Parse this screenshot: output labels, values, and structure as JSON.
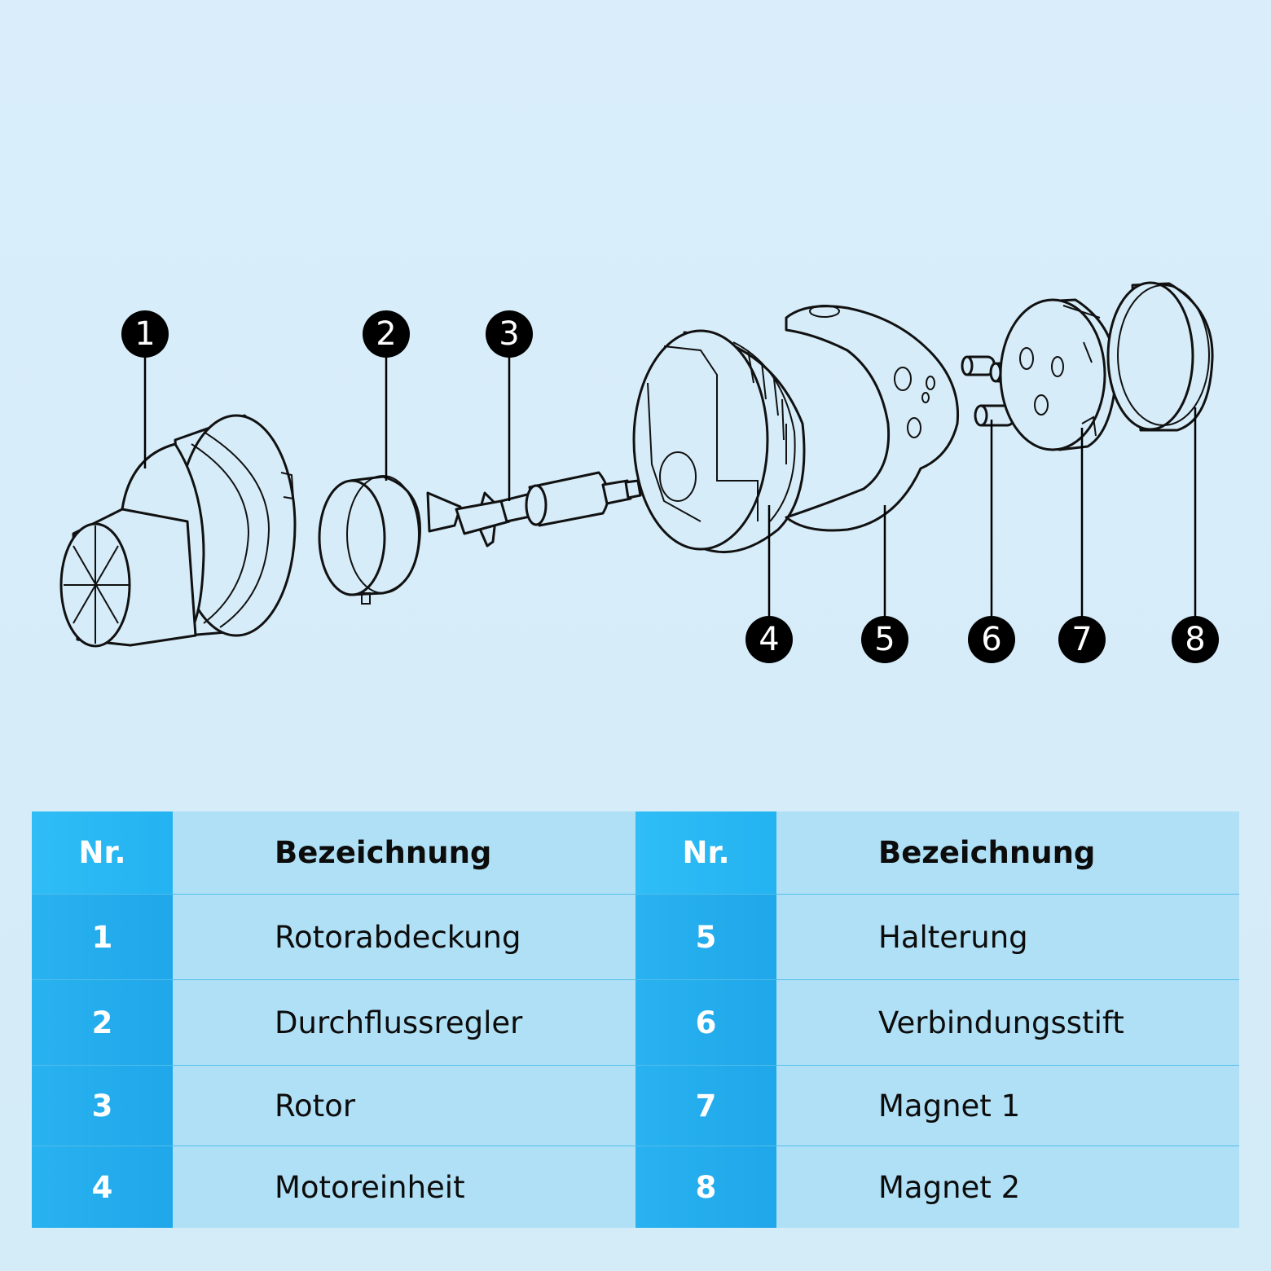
{
  "callouts": [
    "1",
    "2",
    "3",
    "4",
    "5",
    "6",
    "7",
    "8"
  ],
  "table": {
    "headers": {
      "nr_left": "Nr.",
      "name_left": "Bezeichnung",
      "nr_right": "Nr.",
      "name_right": "Bezeichnung"
    },
    "rows": [
      {
        "nr_left": "1",
        "name_left": "Rotorabdeckung",
        "nr_right": "5",
        "name_right": "Halterung"
      },
      {
        "nr_left": "2",
        "name_left": "Durchflussregler",
        "nr_right": "6",
        "name_right": "Verbindungsstift"
      },
      {
        "nr_left": "3",
        "name_left": "Rotor",
        "nr_right": "7",
        "name_right": "Magnet 1"
      },
      {
        "nr_left": "4",
        "name_left": "Motoreinheit",
        "nr_right": "8",
        "name_right": "Magnet 2"
      }
    ]
  },
  "colors": {
    "background": "#d9eefa",
    "nr_column": "#23b0ef",
    "name_column": "#b0e0f6",
    "callout": "#000000"
  }
}
